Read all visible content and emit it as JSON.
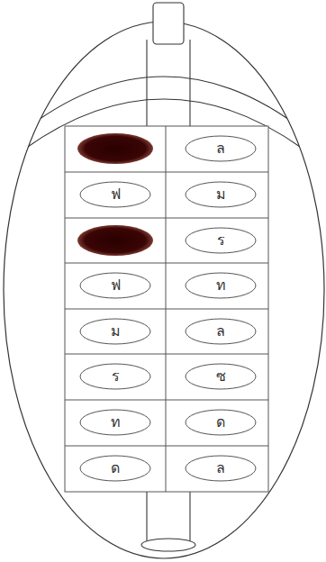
{
  "diagram": {
    "nodes": [
      {
        "text": [
          "ล"
        ]
      },
      {
        "text": [
          "ฟ"
        ]
      },
      {
        "text": [
          "ม"
        ]
      },
      {
        "text": [
          "ร"
        ]
      },
      {
        "text": [
          "ฟ"
        ]
      },
      {
        "text": [
          "ท"
        ]
      },
      {
        "text": [
          "ม"
        ]
      },
      {
        "text": [
          "ล"
        ]
      },
      {
        "text": [
          "ร"
        ]
      },
      {
        "text": [
          "ซ"
        ]
      },
      {
        "text": [
          "ท"
        ]
      },
      {
        "text": [
          "ด"
        ]
      },
      {
        "text": [
          "ด"
        ]
      },
      {
        "text": [
          "ล"
        ]
      }
    ]
  }
}
